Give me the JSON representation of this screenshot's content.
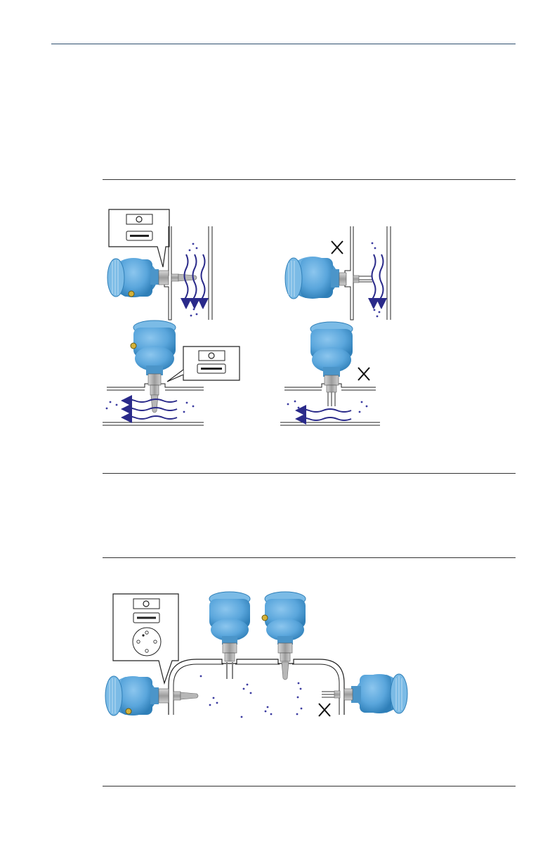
{
  "page": {
    "background": "#ffffff",
    "header_rule_color": "#2f4f6f",
    "divider_color": "#333333"
  },
  "figure_1": {
    "description_icons": [
      "orientation-window-icon",
      "fork-slot-icon",
      "flow-arrow-icon",
      "cross-mark-icon"
    ],
    "panels": [
      "vertical-pipe-correct",
      "vertical-pipe-incorrect",
      "horizontal-pipe-correct",
      "horizontal-pipe-incorrect"
    ]
  },
  "figure_2": {
    "panels": [
      "elbow-side-correct",
      "top-mount-left",
      "top-mount-right",
      "elbow-side-incorrect"
    ]
  },
  "colors": {
    "housing_blue": "#5aa6dc",
    "housing_dark": "#2f7fb8",
    "flow_arrow": "#2a2a8a",
    "particles": "#3a3aa0",
    "metal": "#a8a8a8"
  }
}
